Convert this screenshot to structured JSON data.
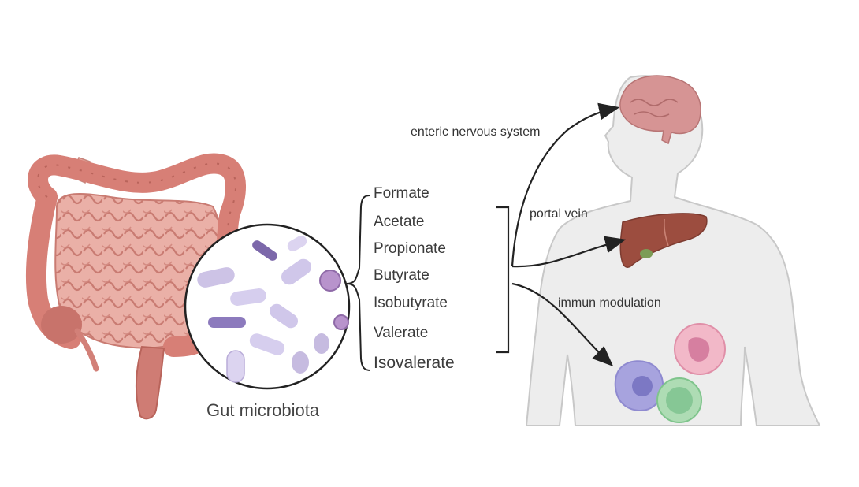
{
  "labels": {
    "gut_microbiota": "Gut microbiota",
    "enteric": "enteric nervous system",
    "portal": "portal vein",
    "immune": "immun modulation"
  },
  "scfas": [
    "Formate",
    "Acetate",
    "Propionate",
    "Butyrate",
    "Isobutyrate",
    "Valerate",
    "Isovalerate"
  ],
  "colors": {
    "intestine": "#e4a49c",
    "colon": "#d9837a",
    "microbe_bg": "#ffffff",
    "bacteria": "#c9bfe0",
    "bacteria_dark": "#8a76b8",
    "body": "#ececec",
    "brain": "#d48f8f",
    "liver": "#9a4a3c",
    "arrow": "#222222"
  },
  "icons": [
    "intestine-illustration",
    "microbe-magnifier",
    "human-body",
    "brain-icon",
    "liver-icon",
    "immune-cells-icon"
  ]
}
